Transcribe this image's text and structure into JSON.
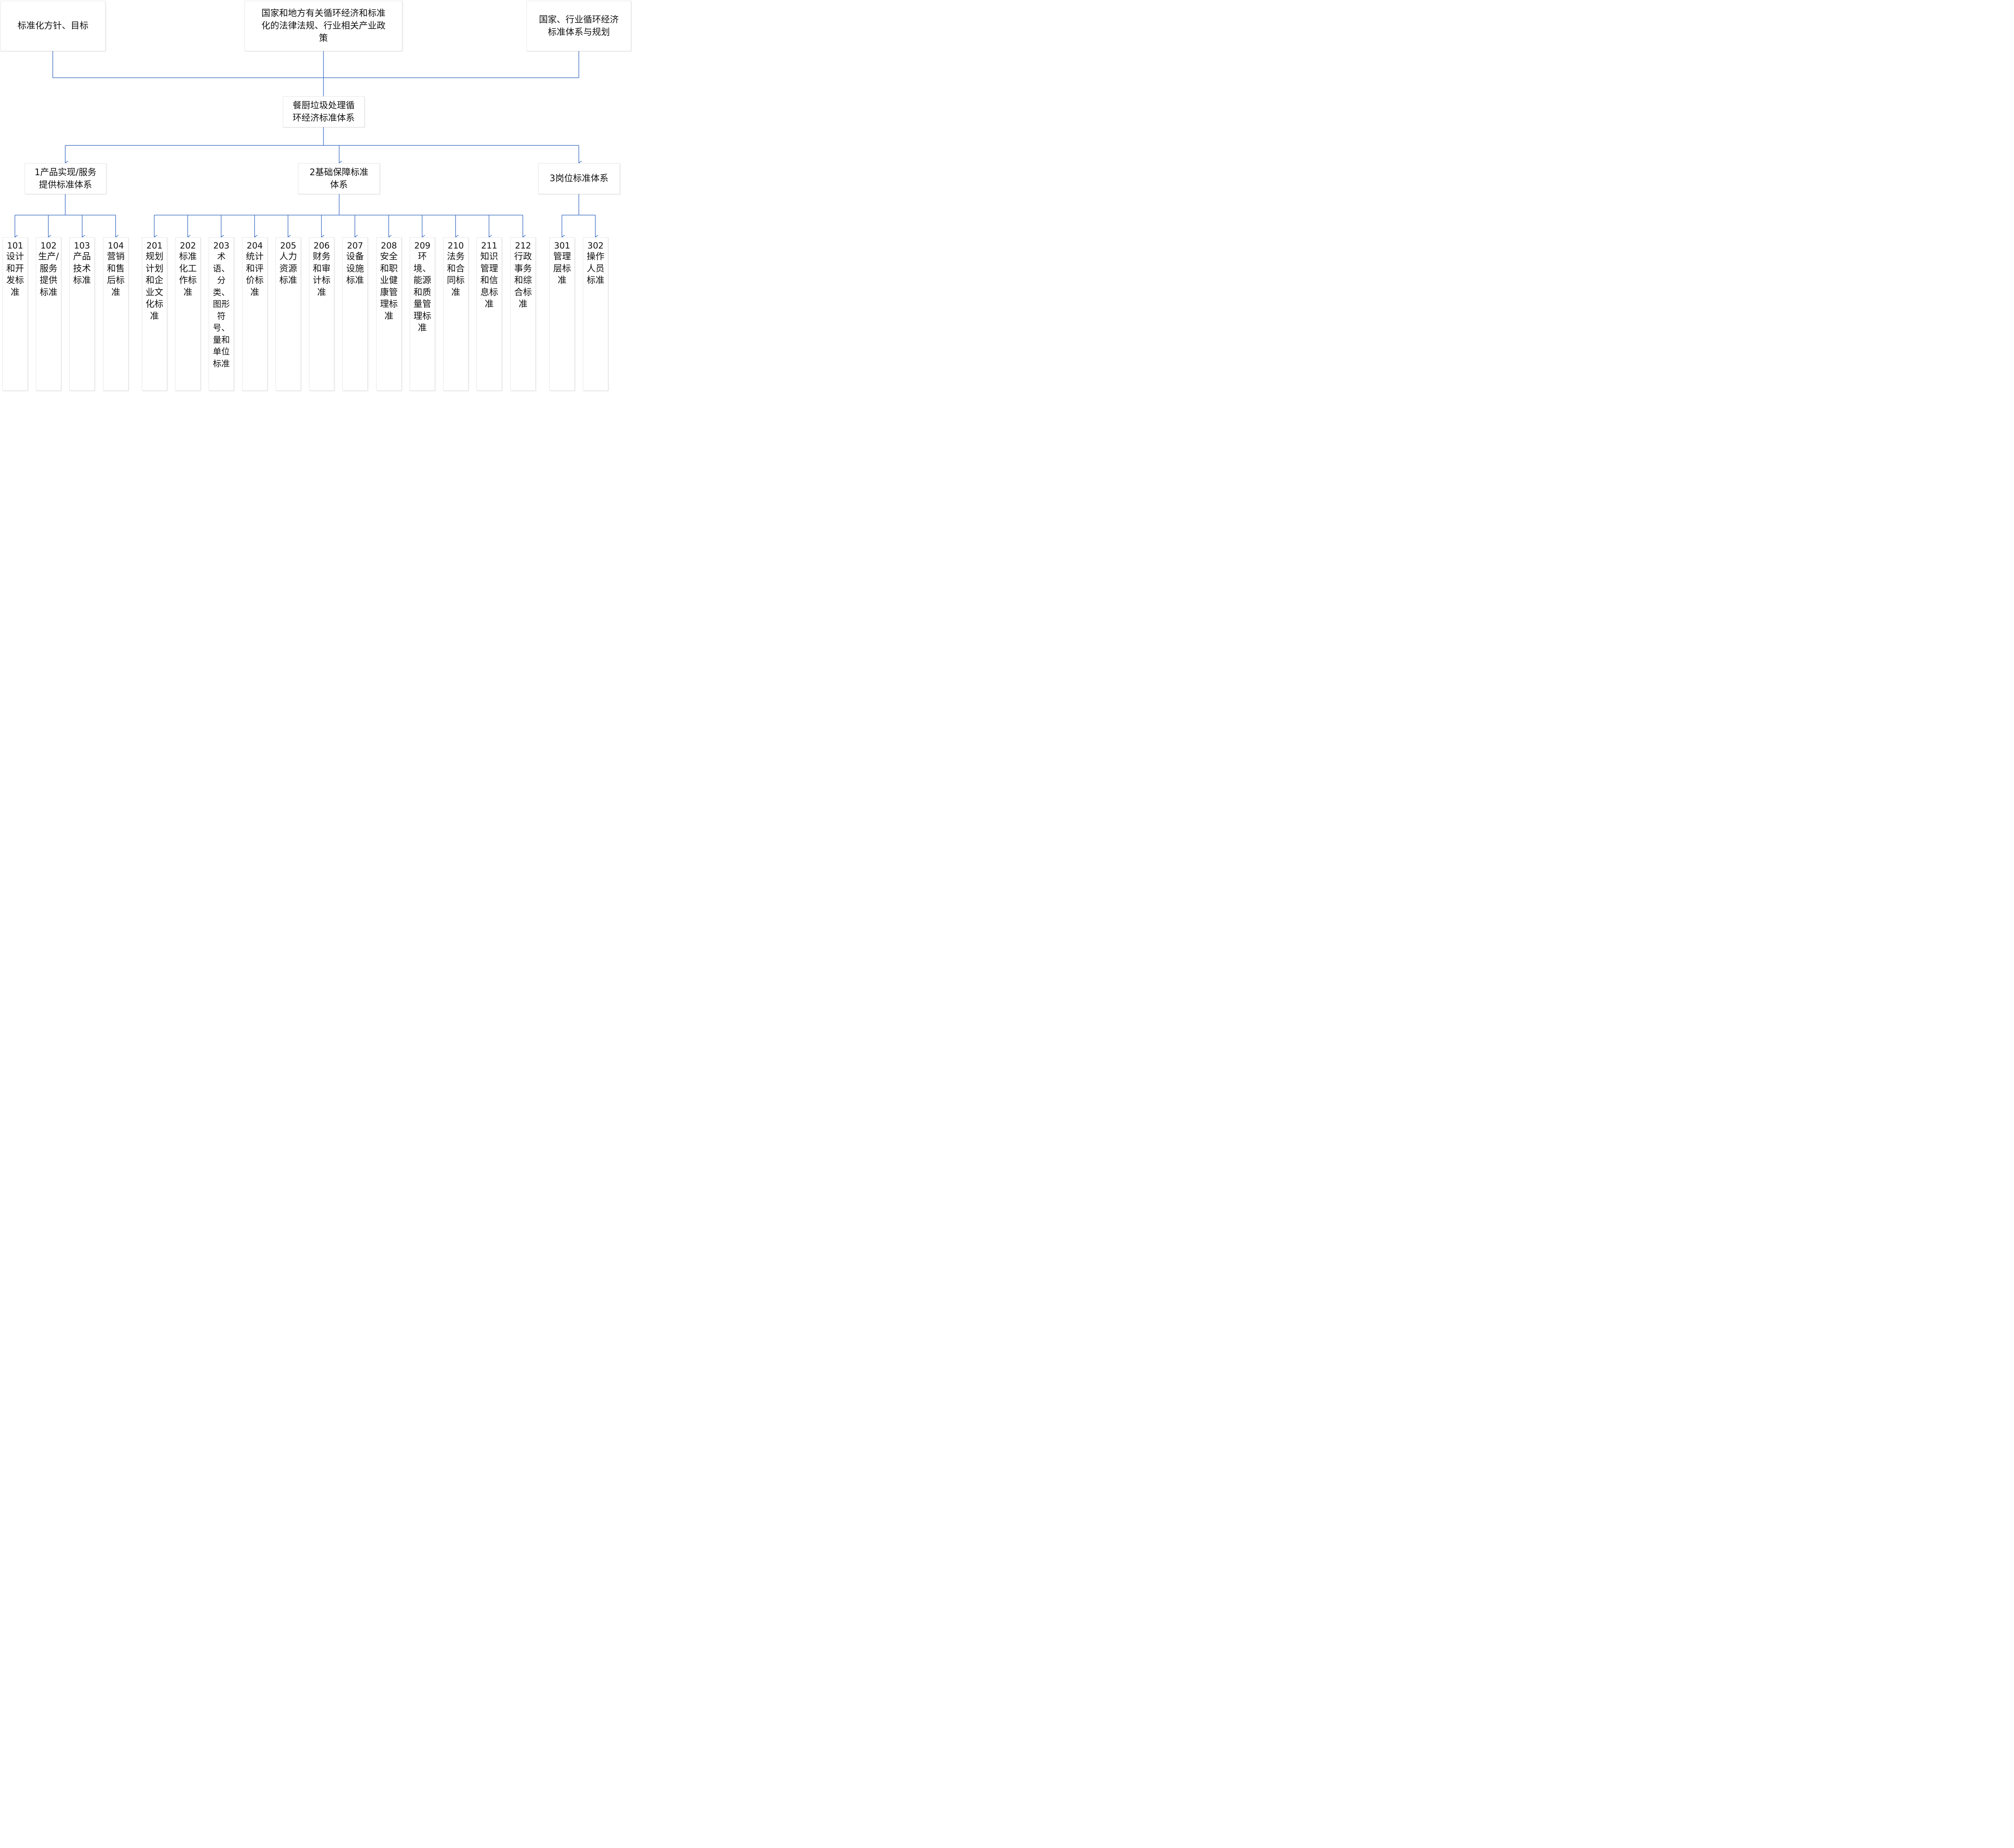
{
  "top_sources": [
    {
      "text": "标准化方针、目标"
    },
    {
      "lines": [
        "国家和地方有关循环经济和标准",
        "化的法律法规、行业相关产业政",
        "策"
      ]
    },
    {
      "lines": [
        "国家、行业循环经济",
        "标准体系与规划"
      ]
    }
  ],
  "root": {
    "lines": [
      "餐厨垃圾处理循",
      "环经济标准体系"
    ]
  },
  "categories": [
    {
      "lines": [
        "1产品实现/服务",
        "提供标准体系"
      ]
    },
    {
      "lines": [
        "2基础保障标准",
        "体系"
      ]
    },
    {
      "text": "3岗位标准体系"
    }
  ],
  "leaves": [
    {
      "code": "101",
      "title": "设计和开发标准"
    },
    {
      "code": "102",
      "title": "生产/服务提供标准"
    },
    {
      "code": "103",
      "title": "产品技术标准"
    },
    {
      "code": "104",
      "title": "营销和售后标准"
    },
    {
      "code": "201",
      "title": "规划计划和企业文化标准"
    },
    {
      "code": "202",
      "title": "标准化工作标准"
    },
    {
      "code": "203",
      "title": "术语、分类、图形符号、量和单位标准"
    },
    {
      "code": "204",
      "title": "统计和评价标准"
    },
    {
      "code": "205",
      "title": "人力资源标准"
    },
    {
      "code": "206",
      "title": "财务和审计标准"
    },
    {
      "code": "207",
      "title": "设备设施标准"
    },
    {
      "code": "208",
      "title": "安全和职业健康管理标准"
    },
    {
      "code": "209",
      "title": "环境、能源和质量管理标准"
    },
    {
      "code": "210",
      "title": "法务和合同标准"
    },
    {
      "code": "211",
      "title": "知识管理和信息标准"
    },
    {
      "code": "212",
      "title": "行政事务和综合标准"
    },
    {
      "code": "301",
      "title": "管理层标准"
    },
    {
      "code": "302",
      "title": "操作人员标准"
    }
  ],
  "colors": {
    "connector": "#4472c4",
    "box_border": "#e6e6e6"
  }
}
